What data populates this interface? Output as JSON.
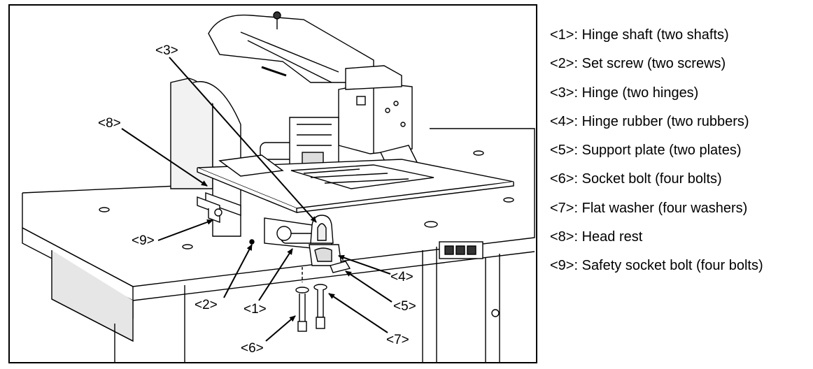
{
  "figure": {
    "callouts": [
      "<1>",
      "<2>",
      "<3>",
      "<4>",
      "<5>",
      "<6>",
      "<7>",
      "<8>",
      "<9>"
    ]
  },
  "legend": [
    {
      "code": "<1>",
      "text": ": Hinge shaft (two shafts)"
    },
    {
      "code": "<2>",
      "text": ": Set screw (two screws)"
    },
    {
      "code": "<3>",
      "text": ": Hinge (two hinges)"
    },
    {
      "code": "<4>",
      "text": ": Hinge rubber (two rubbers)"
    },
    {
      "code": "<5>",
      "text": ": Support plate (two plates)"
    },
    {
      "code": "<6>",
      "text": ": Socket bolt (four bolts)"
    },
    {
      "code": "<7>",
      "text": ": Flat washer (four washers)"
    },
    {
      "code": "<8>",
      "text": ": Head rest"
    },
    {
      "code": "<9>",
      "text": ": Safety socket bolt (four bolts)"
    }
  ]
}
